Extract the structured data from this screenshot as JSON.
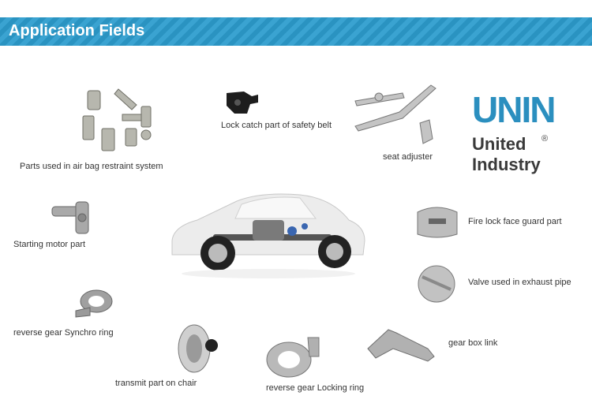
{
  "header": {
    "title": "Application Fields"
  },
  "brand": {
    "logo_text": "UNIN",
    "line1": "United",
    "line2": "Industry",
    "registered": "®",
    "color": "#2b8fbf"
  },
  "labels": {
    "airbag": "Parts used in air bag restraint system",
    "safety_belt": "Lock catch part of safety belt",
    "seat_adjuster": "seat adjuster",
    "starting_motor": "Starting motor part",
    "fire_lock": "Fire lock  face guard part",
    "valve": "Valve used in exhaust pipe",
    "synchro_ring": "reverse gear Synchro ring",
    "gear_box_link": "gear box link",
    "transmit": "transmit  part on chair",
    "locking_ring": "reverse gear Locking ring"
  },
  "colors": {
    "header": "#2a93c1",
    "metal": "#b9b9b9",
    "car_body": "#e8e8e8"
  }
}
